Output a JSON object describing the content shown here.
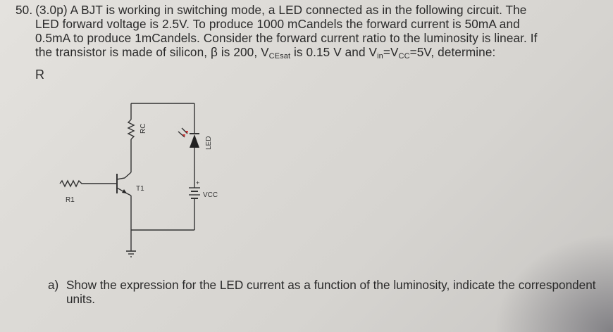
{
  "problem": {
    "number": "50.",
    "line1": "(3.0p) A BJT is working in switching mode, a LED connected as in the following circuit. The",
    "line2": "LED forward voltage is 2.5V. To produce 1000 mCandels the forward current is 50mA and",
    "line3": "0.5mA to produce 1mCandels. Consider the forward current ratio to the luminosity is linear. If",
    "line4_a": "the transistor is made of silicon, β is 200, V",
    "line4_sub1": "CEsat",
    "line4_b": " is 0.15 V and V",
    "line4_sub2": "in",
    "line4_c": "=V",
    "line4_sub3": "CC",
    "line4_d": "=5V, determine:",
    "r_label": "R"
  },
  "circuit": {
    "rc_label": "RC",
    "led_label": "LED",
    "t1_label": "T1",
    "r1_label": "R1",
    "vcc_label": "VCC",
    "plus_label": "+"
  },
  "question_a": {
    "letter": "a)",
    "text": "Show the expression for the LED current as a function of the luminosity, indicate the correspondent units."
  }
}
